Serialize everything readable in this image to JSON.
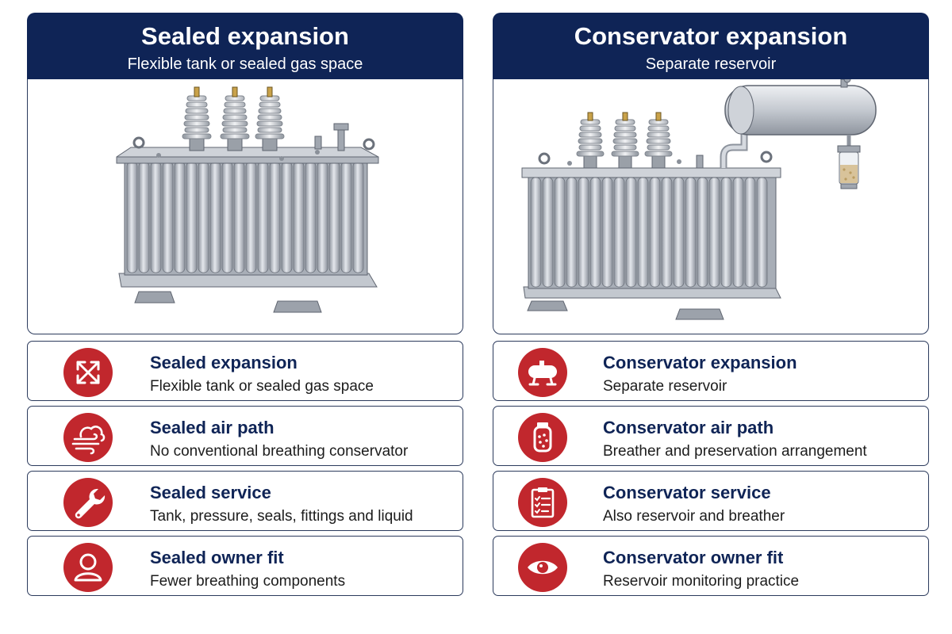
{
  "left": {
    "header": {
      "title": "Sealed expansion",
      "subtitle": "Flexible tank or sealed gas space"
    },
    "illustration": "sealed-transformer",
    "rows": [
      {
        "icon": "expand-arrows-icon",
        "title": "Sealed expansion",
        "desc": "Flexible tank or sealed gas space"
      },
      {
        "icon": "cloud-wind-icon",
        "title": "Sealed air path",
        "desc": "No conventional breathing conservator"
      },
      {
        "icon": "wrench-icon",
        "title": "Sealed service",
        "desc": "Tank, pressure, seals, fittings and liquid"
      },
      {
        "icon": "person-icon",
        "title": "Sealed owner fit",
        "desc": "Fewer breathing components"
      }
    ]
  },
  "right": {
    "header": {
      "title": "Conservator expansion",
      "subtitle": "Separate reservoir"
    },
    "illustration": "conservator-transformer",
    "rows": [
      {
        "icon": "tank-icon",
        "title": "Conservator expansion",
        "desc": "Separate reservoir"
      },
      {
        "icon": "breather-jar-icon",
        "title": "Conservator air path",
        "desc": "Breather and preservation arrangement"
      },
      {
        "icon": "clipboard-checklist-icon",
        "title": "Conservator service",
        "desc": "Also reservoir and breather"
      },
      {
        "icon": "eye-icon",
        "title": "Conservator owner fit",
        "desc": "Reservoir monitoring practice"
      }
    ]
  },
  "colors": {
    "navy": "#0f2456",
    "red": "#c1272d",
    "steel": "#b9bec7"
  }
}
